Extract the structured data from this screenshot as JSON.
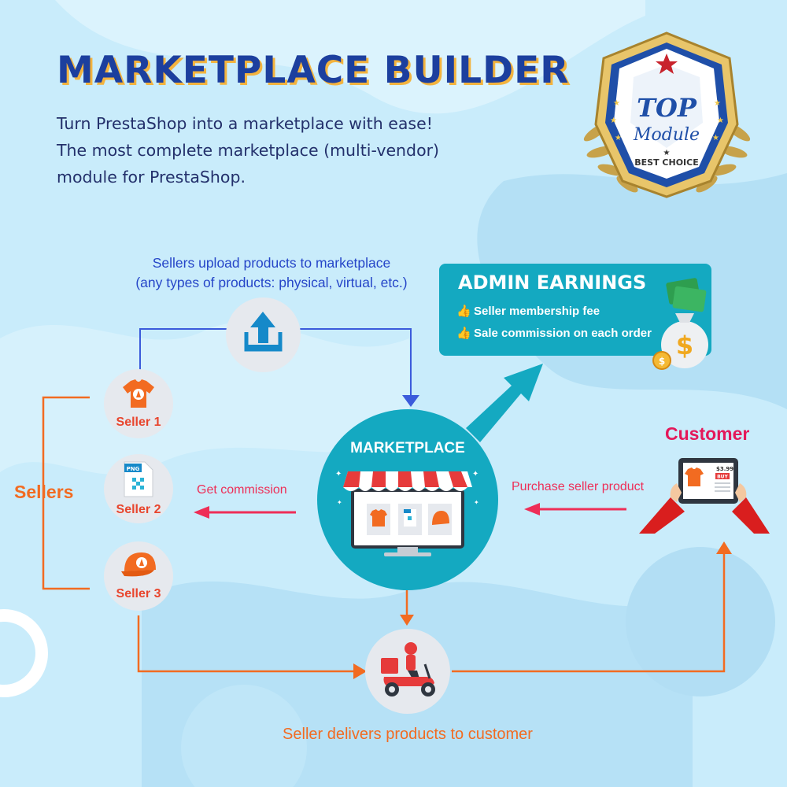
{
  "header": {
    "title": "MARKETPLACE BUILDER",
    "subtitle_lines": [
      "Turn PrestaShop into a marketplace with ease!",
      "The most complete marketplace (multi-vendor)",
      "module for PrestaShop."
    ]
  },
  "badge": {
    "top": "TOP",
    "module": "Module",
    "best_choice": "BEST CHOICE"
  },
  "upload_note": {
    "line1": "Sellers upload products to marketplace",
    "line2": "(any types of products: physical, virtual, etc.)"
  },
  "admin": {
    "title": "ADMIN EARNINGS",
    "items": [
      "Seller membership fee",
      "Sale commission on each order"
    ]
  },
  "sellers": {
    "group_label": "Sellers",
    "items": [
      {
        "label": "Seller 1",
        "icon": "tshirt-icon"
      },
      {
        "label": "Seller 2",
        "icon": "png-file-icon",
        "file_tag": "PNG"
      },
      {
        "label": "Seller 3",
        "icon": "cap-icon"
      }
    ]
  },
  "marketplace": {
    "label": "MARKETPLACE"
  },
  "customer": {
    "label": "Customer",
    "price_tag": "$3.99",
    "buy_tag": "BUY"
  },
  "flows": {
    "commission": "Get commission",
    "purchase": "Purchase seller product",
    "delivery": "Seller delivers products to customer"
  },
  "colors": {
    "background": "#c9ecfb",
    "title": "#1c3f9e",
    "title_shadow": "#f3b33e",
    "orange": "#f26b21",
    "pink": "#ee2e57",
    "blue_line": "#3b5bdb",
    "teal": "#14a9c1",
    "customer_label": "#e4185a"
  }
}
